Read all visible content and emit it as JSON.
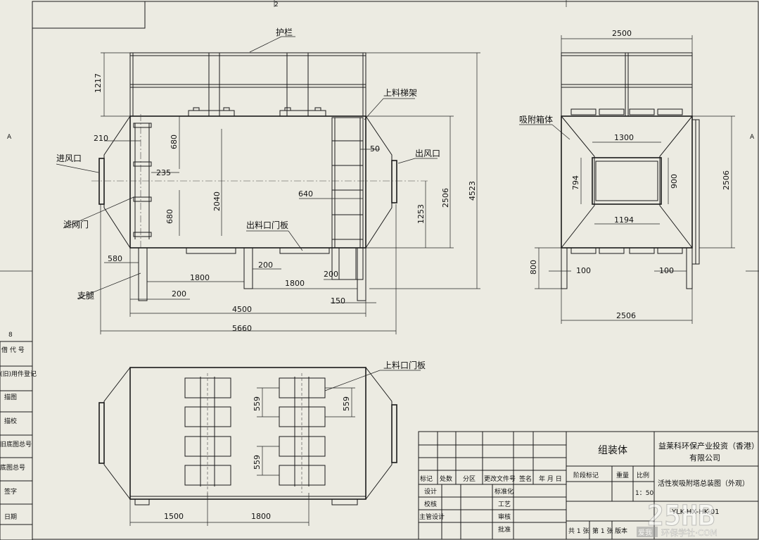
{
  "labels": {
    "railing": "护栏",
    "ladder": "上料梯架",
    "inlet": "进风口",
    "outlet": "出风口",
    "filter_door": "滤网门",
    "loading_door_front": "出料口门板",
    "legs": "支腿",
    "adsorption_box": "吸附箱体",
    "loading_door_top": "上料口门板"
  },
  "front_dims": {
    "d1217": "1217",
    "d210": "210",
    "d680a": "680",
    "d235": "235",
    "d2040": "2040",
    "d680b": "680",
    "d580": "580",
    "d1800a": "1800",
    "d200a": "200",
    "d200b": "200",
    "d1800b": "1800",
    "d200c": "200",
    "d150": "150",
    "d4500": "4500",
    "d5660": "5660",
    "d50": "50",
    "d640": "640",
    "d1253": "1253",
    "d2506": "2506",
    "d4523": "4523"
  },
  "side_dims": {
    "d2500": "2500",
    "d1300": "1300",
    "d794": "794",
    "d900": "900",
    "d1194": "1194",
    "d2506v": "2506",
    "d800": "800",
    "d100a": "100",
    "d100b": "100",
    "d2506h": "2506"
  },
  "top_dims": {
    "d559a": "559",
    "d559b": "559",
    "d559c": "559",
    "d1500": "1500",
    "d1800": "1800"
  },
  "border_marks": {
    "col2": "2",
    "rowA": "A",
    "rowA2": "A",
    "rowB": "8"
  },
  "left_strip": [
    "借 代 号",
    "(旧)用件登记",
    "描图",
    "描校",
    "旧底图总号",
    "底图总号",
    "签字",
    "日期"
  ],
  "title_block": {
    "assembly": "组装体",
    "company": "益莱科环保产业投资（香港）有限公司",
    "company_line1": "益莱科环保产业投资（香港）",
    "company_line2": "有限公司",
    "drawing_name": "活性炭吸附塔总装图（外观）",
    "drawing_no": "YLK-HX-HK-01",
    "h_mark": "标记",
    "h_count": "处数",
    "h_zone": "分区",
    "h_doc": "更改文件号",
    "h_sign": "签名",
    "h_date": "年 月 日",
    "r_design": "设计",
    "r_std": "标准化",
    "r_check": "校核",
    "r_proc": "工艺",
    "r_chief": "主管设计",
    "r_review": "审核",
    "r_approve": "批准",
    "stage_mark": "阶段标记",
    "weight": "重量",
    "ratio": "比例",
    "scale": "1：50",
    "sheets_total": "共 1 张",
    "sheet_no": "第 1 张",
    "version": "版本"
  },
  "watermark": {
    "big": "25HB",
    "small": "环保学社·COM",
    "tag": "爱我"
  }
}
